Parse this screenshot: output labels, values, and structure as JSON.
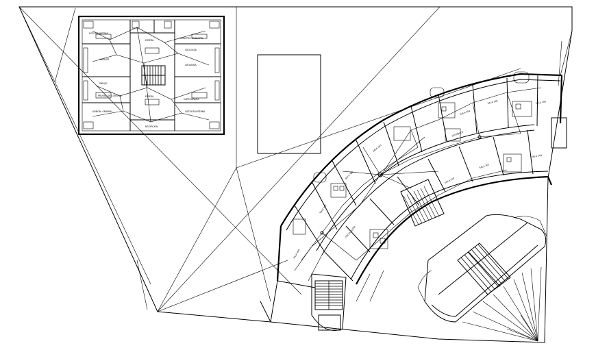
{
  "inset": {
    "rooms": [
      {
        "key": "r1",
        "label": "FOTOGRAMETRÍA"
      },
      {
        "key": "r2",
        "label": "ESPERA"
      },
      {
        "key": "r3",
        "label": "GEOLOGÍA"
      },
      {
        "key": "r4",
        "label": "CATASTRO MUNICIPAL"
      },
      {
        "key": "r5",
        "label": "ANALISIS"
      },
      {
        "key": "r6",
        "label": "GEODESIA"
      },
      {
        "key": "r7",
        "label": "ESPERA"
      },
      {
        "key": "r8",
        "label": "PRUEBA DE CONTROL"
      },
      {
        "key": "r9",
        "label": "DIBUJO"
      },
      {
        "key": "r10",
        "label": "CARTOGRAFÍA"
      },
      {
        "key": "r11",
        "label": "ADMON. GENERAL"
      },
      {
        "key": "r12",
        "label": "GESTIÓN INTERNA"
      },
      {
        "key": "r13",
        "label": "RECEPCIÓN"
      }
    ]
  },
  "curved_wing": {
    "rooms": [
      {
        "key": "c1",
        "label": "SALA 301"
      },
      {
        "key": "c2",
        "label": "SALA 302"
      },
      {
        "key": "c3",
        "label": "SALA 303"
      },
      {
        "key": "c4",
        "label": "SALA 304"
      },
      {
        "key": "c5",
        "label": "SALA 305"
      },
      {
        "key": "c6",
        "label": "SALA 306"
      },
      {
        "key": "c7",
        "label": "SALA 307"
      },
      {
        "key": "c8",
        "label": "SALA 308"
      },
      {
        "key": "c9",
        "label": "SALA 309"
      },
      {
        "key": "c10",
        "label": "VESTÍBULO"
      },
      {
        "key": "c11",
        "label": "CIRCULACIÓN"
      },
      {
        "key": "c12",
        "label": "SALA 310"
      }
    ]
  }
}
